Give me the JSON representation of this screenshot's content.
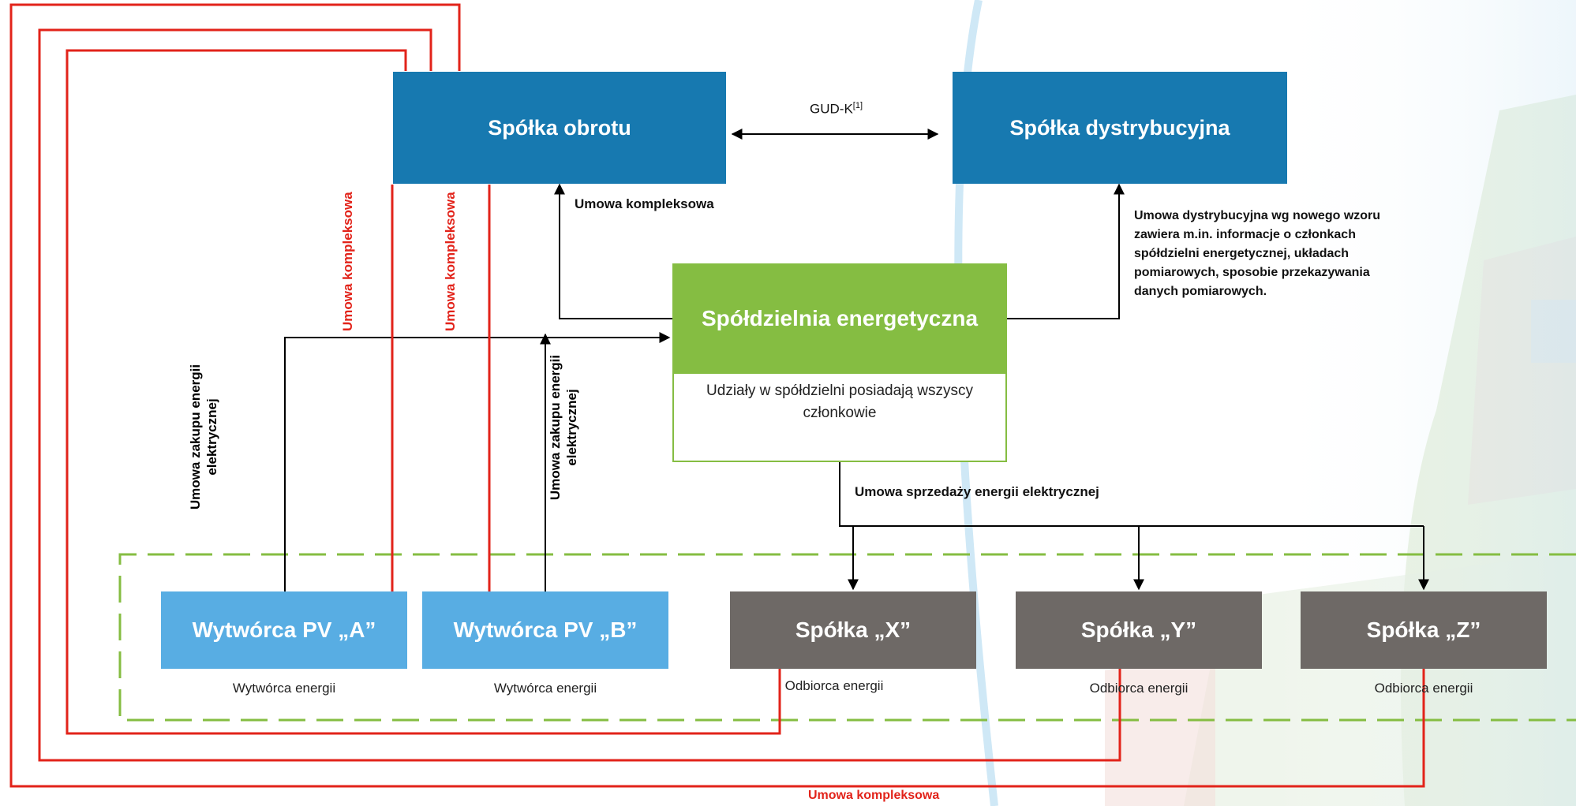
{
  "boxes": {
    "obrot": "Spółka obrotu",
    "dystrybucyjna": "Spółka dystrybucyjna",
    "spoldzielnia": "Spółdzielnia energetyczna",
    "spoldzielnia_note": "Udziały w spółdzielni posiadają wszyscy członkowie",
    "pv_a": "Wytwórca PV „A”",
    "pv_b": "Wytwórca PV „B”",
    "x": "Spółka „X”",
    "y": "Spółka „Y”",
    "z": "Spółka „Z”"
  },
  "sublabels": {
    "pv_a": "Wytwórca energii",
    "pv_b": "Wytwórca energii",
    "x": "Odbiorca energii",
    "y": "Odbiorca energii",
    "z": "Odbiorca energii"
  },
  "labels": {
    "gud_k": "GUD-K",
    "gud_k_ref": "[1]",
    "umowa_kompleksowa": "Umowa kompleksowa",
    "dystrybucyjna_note": "Umowa dystrybucyjna wg nowego wzoru zawiera m.in. informacje o członkach spółdzielni energetycznej, układach pomiarowych, sposobie przekazywania danych pomiarowych.",
    "sprzedaz": "Umowa sprzedaży energii elektrycznej",
    "zakup_a": "Umowa zakupu energii elektrycznej",
    "zakup_b": "Umowa zakupu energii elektrycznej",
    "red_vertical_1": "Umowa kompleksowa",
    "red_vertical_2": "Umowa kompleksowa",
    "red_bottom": "Umowa kompleksowa"
  },
  "colors": {
    "dark_blue": "#1779b0",
    "light_blue": "#58ade3",
    "grey": "#6e6966",
    "green": "#85bd42",
    "red": "#e2231a",
    "dashed_green": "#85bd42"
  }
}
